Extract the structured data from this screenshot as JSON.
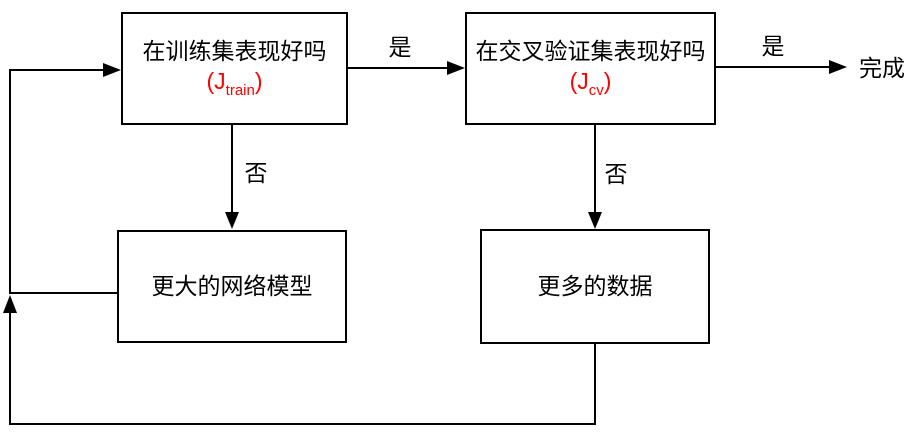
{
  "diagram": {
    "nodes": {
      "train": {
        "label": "在训练集表现好吗",
        "formula_open": "(J",
        "formula_sub": "train",
        "formula_close": ")"
      },
      "cv": {
        "label": "在交叉验证集表现好吗",
        "formula_open": "(J",
        "formula_sub": "cv",
        "formula_close": ")"
      },
      "bigger_network": {
        "label": "更大的网络模型"
      },
      "more_data": {
        "label": "更多的数据"
      }
    },
    "edge_labels": {
      "yes_train_to_cv": "是",
      "yes_cv_to_done": "是",
      "no_train": "否",
      "no_cv": "否",
      "done": "完成"
    },
    "colors": {
      "formula_red": "#ff0000",
      "line_black": "#000000",
      "background": "#ffffff"
    }
  }
}
